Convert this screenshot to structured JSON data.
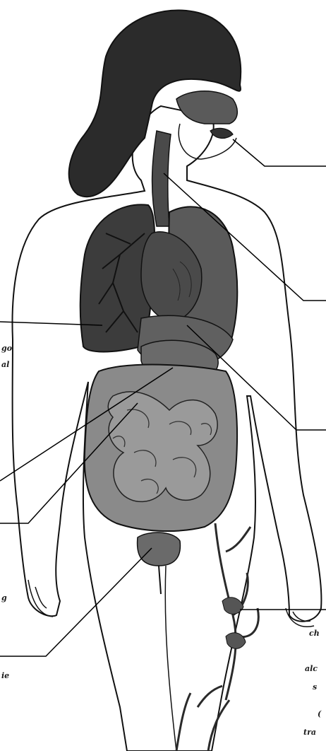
{
  "diagram": {
    "colors": {
      "ink": "#111111",
      "skin": "#ffffff",
      "hair": "#2b2b2b",
      "lung": "#3c3c3c",
      "lung_shade": "#5a5a5a",
      "liver_heart": "#4a4a4a",
      "stomach": "#606060",
      "intestine": "#8a8a8a",
      "intestine_dark": "#5c5c5c",
      "bladder": "#6a6a6a",
      "vein": "#2a2a2a",
      "leader_line": "#000000"
    },
    "leader_lines": [
      {
        "id": "mouth-nose",
        "target": "nasal cavity / mouth"
      },
      {
        "id": "esophagus-trachea",
        "target": "trachea"
      },
      {
        "id": "lung",
        "target": "lungs"
      },
      {
        "id": "stomach",
        "target": "stomach"
      },
      {
        "id": "intestine",
        "target": "intestines"
      },
      {
        "id": "liver",
        "target": "liver"
      },
      {
        "id": "bladder",
        "target": "bladder"
      },
      {
        "id": "leg-vein",
        "target": "leg veins"
      }
    ],
    "cropped_text": {
      "left_1": "go",
      "left_2": "al",
      "left_3": "g",
      "left_4": "ie",
      "right_1": "ch",
      "right_2": "alc",
      "right_3": "s",
      "right_4": "(",
      "right_5": "tra"
    }
  }
}
